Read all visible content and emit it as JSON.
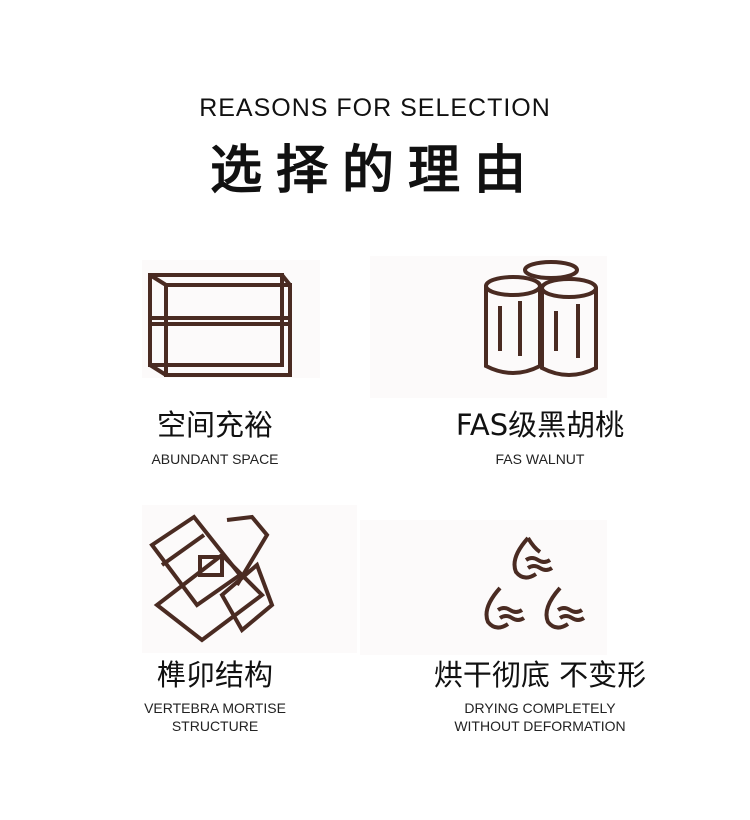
{
  "header": {
    "title_en": "REASONS FOR SELECTION",
    "title_cn": "选择的理由"
  },
  "colors": {
    "icon": "#4a2b22"
  },
  "features": [
    {
      "title": "空间充裕",
      "subtitle": "ABUNDANT SPACE",
      "icon": "cabinet-box-icon"
    },
    {
      "title": "FAS级黑胡桃",
      "subtitle": "FAS WALNUT",
      "icon": "wood-logs-icon"
    },
    {
      "title": "榫卯结构",
      "subtitle_lines": [
        "VERTEBRA MORTISE",
        "STRUCTURE"
      ],
      "icon": "mortise-joint-icon"
    },
    {
      "title": "烘干彻底 不变形",
      "subtitle_lines": [
        "DRYING COMPLETELY",
        "WITHOUT DEFORMATION"
      ],
      "icon": "water-drops-icon"
    }
  ]
}
